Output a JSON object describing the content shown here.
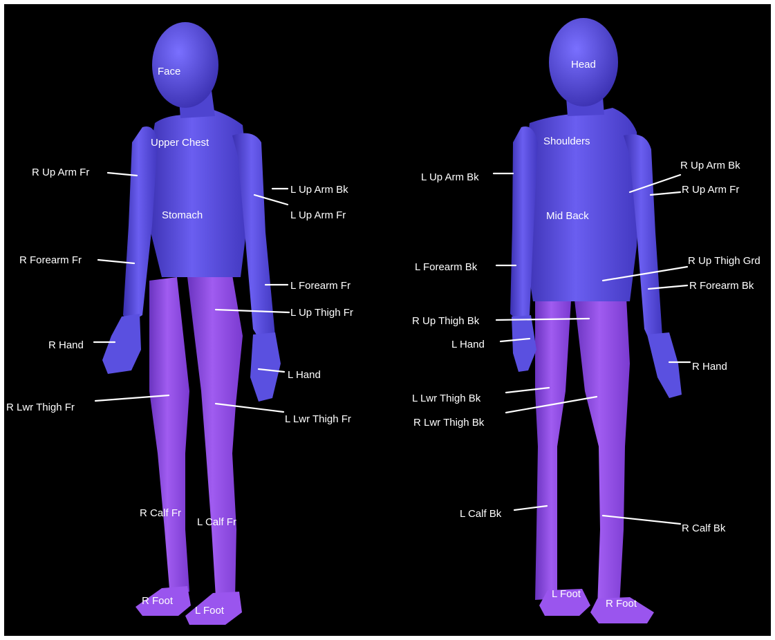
{
  "front_view": {
    "body_labels": {
      "face": "Face",
      "upper_chest": "Upper Chest",
      "stomach": "Stomach",
      "r_calf_fr": "R Calf Fr",
      "l_calf_fr": "L Calf Fr",
      "r_foot": "R Foot",
      "l_foot": "L Foot"
    },
    "callouts": {
      "r_up_arm_fr": "R Up Arm Fr",
      "l_up_arm_bk": "L Up Arm Bk",
      "l_up_arm_fr": "L Up Arm Fr",
      "r_forearm_fr": "R Forearm Fr",
      "l_forearm_fr": "L Forearm Fr",
      "l_up_thigh_fr": "L Up Thigh Fr",
      "r_hand": "R Hand",
      "l_hand": "L Hand",
      "r_lwr_thigh_fr": "R Lwr Thigh Fr",
      "l_lwr_thigh_fr": "L Lwr Thigh Fr"
    }
  },
  "back_view": {
    "body_labels": {
      "head": "Head",
      "shoulders": "Shoulders",
      "mid_back": "Mid Back",
      "l_foot": "L Foot",
      "r_foot": "R Foot"
    },
    "callouts": {
      "l_up_arm_bk": "L Up Arm Bk",
      "r_up_arm_bk": "R Up Arm Bk",
      "r_up_arm_fr": "R Up Arm Fr",
      "l_forearm_bk": "L Forearm Bk",
      "r_up_thigh_grd": "R Up Thigh Grd",
      "r_forearm_bk": "R Forearm Bk",
      "r_up_thigh_bk": "R Up Thigh Bk",
      "l_hand": "L Hand",
      "r_hand": "R Hand",
      "l_lwr_thigh_bk": "L Lwr Thigh Bk",
      "r_lwr_thigh_bk": "R Lwr Thigh Bk",
      "l_calf_bk": "L Calf Bk",
      "r_calf_bk": "R Calf Bk"
    }
  },
  "colors": {
    "background": "#000000",
    "upper_body": "#5b4fe0",
    "lower_body": "#8f4de6",
    "label_text": "#ffffff"
  }
}
